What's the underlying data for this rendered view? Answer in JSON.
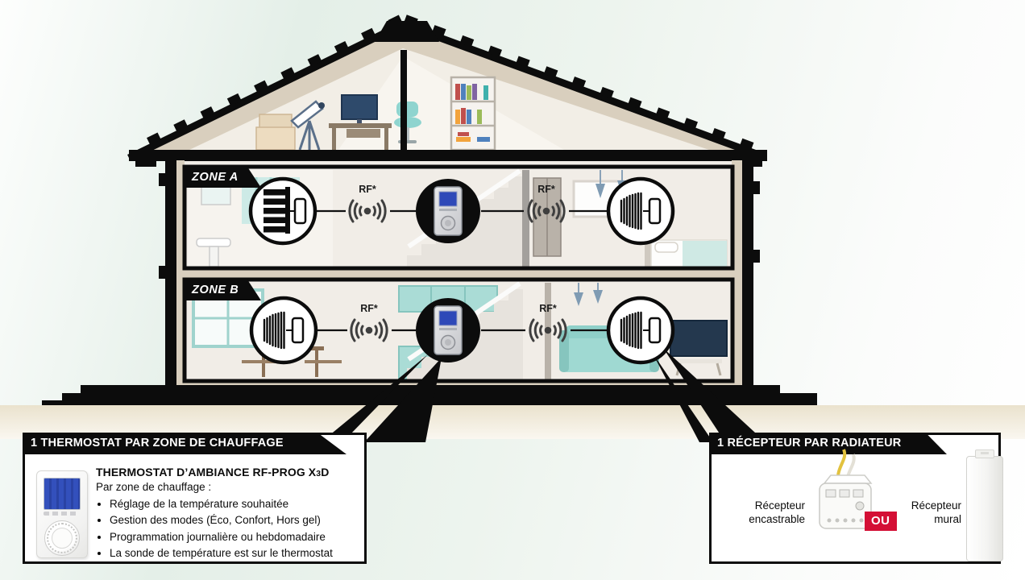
{
  "zones": {
    "a": "ZONE A",
    "b": "ZONE B"
  },
  "rf": {
    "label": "RF*"
  },
  "left_box": {
    "header": "1 THERMOSTAT PAR ZONE DE CHAUFFAGE",
    "title": {
      "prefix": "THERMOSTAT D’AMBIANCE RF-PROG X",
      "sub": "3",
      "suffix": "D"
    },
    "subtitle": "Par zone de chauffage :",
    "bullets": [
      "Réglage de la température souhaitée",
      "Gestion des modes (Éco, Confort, Hors gel)",
      "Programmation journalière ou hebdomadaire",
      "La sonde de température est sur le thermostat"
    ]
  },
  "right_box": {
    "header": "1 RÉCEPTEUR PAR RADIATEUR",
    "flush_label": "Récepteur encastrable",
    "or_label": "OU",
    "wall_label": "Récepteur mural"
  },
  "icons": {
    "rf_signal": "((•))",
    "radiator": "|||",
    "towel_radiator": "☰",
    "thermostat": "▯",
    "receiver_module": "▭"
  },
  "colors": {
    "accent_red": "#d40f35",
    "roof_black": "#0c0c0c",
    "teal": "#a7dbd4",
    "screen_blue": "#3350bc",
    "wall_tan": "#d9cfbe",
    "ground_beige": "#eae2cd",
    "mint_bg": "#e4efe8"
  }
}
